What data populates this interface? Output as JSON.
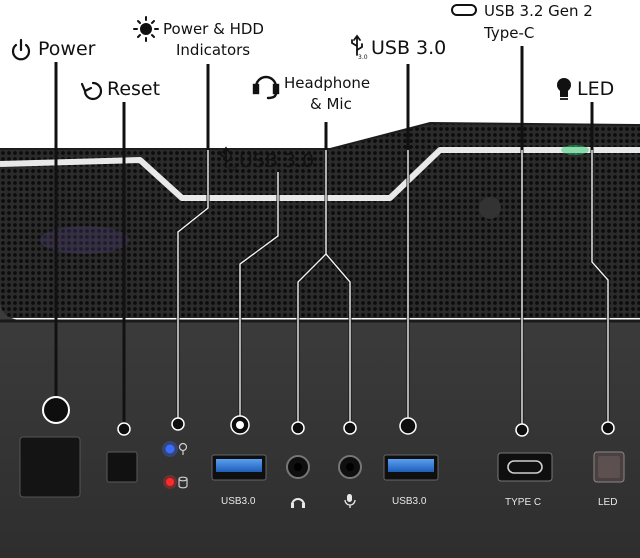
{
  "labels": {
    "power": "Power",
    "reset": "Reset",
    "power_hdd": "Power & HDD",
    "indicators": "Indicators",
    "usb_left": "USB 3.0",
    "headphone": "Headphone",
    "and_mic": "& Mic",
    "usb_right": "USB 3.0",
    "usb32": "USB 3.2 Gen 2",
    "type_c_label": "Type-C",
    "led": "LED"
  },
  "port_labels": {
    "usb3_left": "USB3.0",
    "usb3_right": "USB3.0",
    "type_c": "TYPE C",
    "led": "LED"
  },
  "icons": [
    "power-icon",
    "reset-icon",
    "sun-icon",
    "usb-icon",
    "headphone-icon",
    "usb-c-icon",
    "bulb-icon"
  ],
  "colors": {
    "panel": "#3a3a3a",
    "mesh": "#161616",
    "usb_port": "#2f7fd8",
    "power_led": "#3b6cff",
    "hdd_led": "#ff2a2a"
  }
}
